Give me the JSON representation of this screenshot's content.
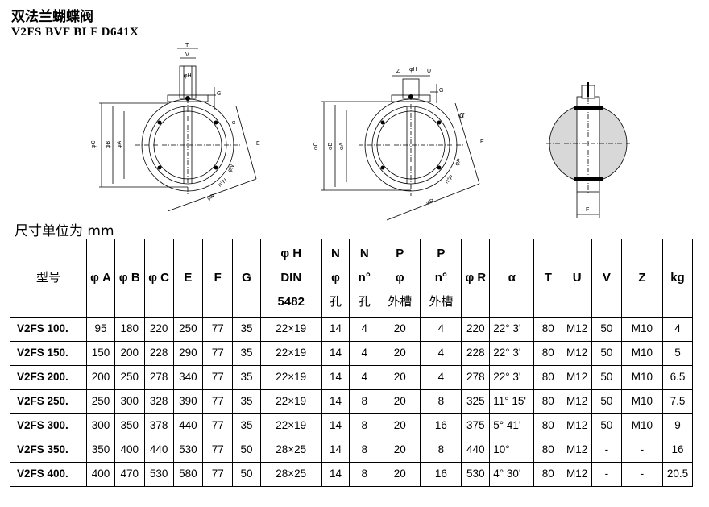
{
  "title_cn": "双法兰蝴蝶阀",
  "title_en": "V2FS BVF BLF D641X",
  "unit_note": "尺寸单位为 mm",
  "drawing_labels": {
    "d1": {
      "T": "T",
      "V": "V",
      "H": "φH",
      "G": "G",
      "C": "φC",
      "B": "φB",
      "A": "φA",
      "E": "E",
      "alpha": "α",
      "N": "φN",
      "R": "φR",
      "nN": "n°N"
    },
    "d2": {
      "Z": "Z",
      "H": "φH",
      "U": "U",
      "G": "G",
      "C": "φC",
      "B": "φB",
      "A": "φA",
      "E": "E",
      "alpha": "α",
      "P": "φP",
      "R": "φR",
      "nP": "n°P"
    },
    "d3": {
      "F": "F"
    }
  },
  "table": {
    "headers": [
      {
        "lines": [
          "型号"
        ]
      },
      {
        "lines": [
          "φ A"
        ]
      },
      {
        "lines": [
          "φ B"
        ]
      },
      {
        "lines": [
          "φ C"
        ]
      },
      {
        "lines": [
          "E"
        ]
      },
      {
        "lines": [
          "F"
        ]
      },
      {
        "lines": [
          "G"
        ]
      },
      {
        "lines": [
          "φ H",
          "DIN",
          "5482"
        ]
      },
      {
        "lines": [
          "N",
          "φ",
          "孔"
        ]
      },
      {
        "lines": [
          "N",
          "n°",
          "孔"
        ]
      },
      {
        "lines": [
          "P",
          "φ",
          "外槽"
        ]
      },
      {
        "lines": [
          "P",
          "n°",
          "外槽"
        ]
      },
      {
        "lines": [
          "φ R"
        ]
      },
      {
        "lines": [
          "α"
        ]
      },
      {
        "lines": [
          "T"
        ]
      },
      {
        "lines": [
          "U"
        ]
      },
      {
        "lines": [
          "V"
        ]
      },
      {
        "lines": [
          "Z"
        ]
      },
      {
        "lines": [
          "kg"
        ]
      }
    ],
    "rows": [
      [
        "V2FS 100.",
        "95",
        "180",
        "220",
        "250",
        "77",
        "35",
        "22×19",
        "14",
        "4",
        "20",
        "4",
        "220",
        "22° 3'",
        "80",
        "M12",
        "50",
        "M10",
        "4"
      ],
      [
        "V2FS 150.",
        "150",
        "200",
        "228",
        "290",
        "77",
        "35",
        "22×19",
        "14",
        "4",
        "20",
        "4",
        "228",
        "22° 3'",
        "80",
        "M12",
        "50",
        "M10",
        "5"
      ],
      [
        "V2FS 200.",
        "200",
        "250",
        "278",
        "340",
        "77",
        "35",
        "22×19",
        "14",
        "4",
        "20",
        "4",
        "278",
        "22° 3'",
        "80",
        "M12",
        "50",
        "M10",
        "6.5"
      ],
      [
        "V2FS 250.",
        "250",
        "300",
        "328",
        "390",
        "77",
        "35",
        "22×19",
        "14",
        "8",
        "20",
        "8",
        "325",
        "11° 15'",
        "80",
        "M12",
        "50",
        "M10",
        "7.5"
      ],
      [
        "V2FS 300.",
        "300",
        "350",
        "378",
        "440",
        "77",
        "35",
        "22×19",
        "14",
        "8",
        "20",
        "16",
        "375",
        "5° 41'",
        "80",
        "M12",
        "50",
        "M10",
        "9"
      ],
      [
        "V2FS 350.",
        "350",
        "400",
        "440",
        "530",
        "77",
        "50",
        "28×25",
        "14",
        "8",
        "20",
        "8",
        "440",
        "10°",
        "80",
        "M12",
        "-",
        "-",
        "16"
      ],
      [
        "V2FS 400.",
        "400",
        "470",
        "530",
        "580",
        "77",
        "50",
        "28×25",
        "14",
        "8",
        "20",
        "16",
        "530",
        "4° 30'",
        "80",
        "M12",
        "-",
        "-",
        "20.5"
      ]
    ]
  }
}
